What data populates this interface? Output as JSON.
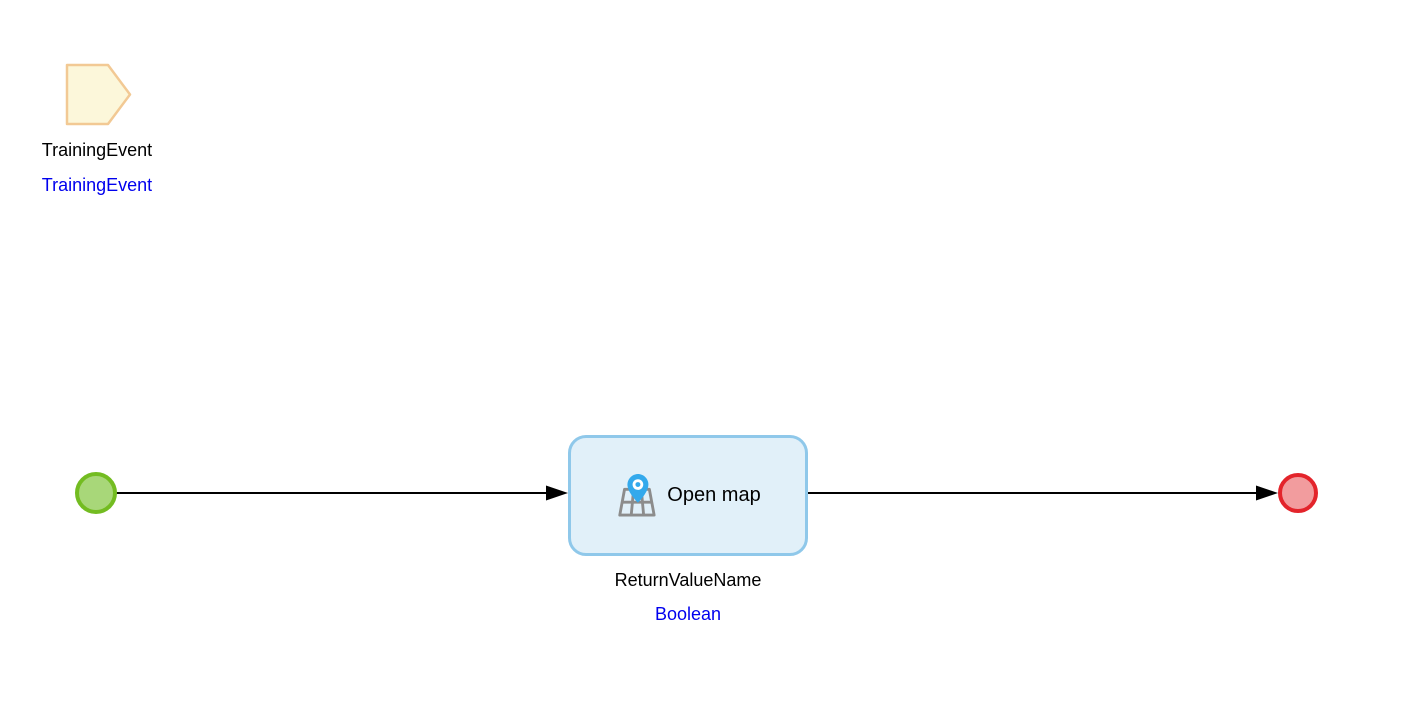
{
  "canvas": {
    "background": "#ffffff",
    "kind": "microflow-diagram"
  },
  "parameter": {
    "name": "TrainingEvent",
    "entity_type": "TrainingEvent",
    "fill": "#fcf7da",
    "border": "#f2c994"
  },
  "start_event": {
    "fill": "#a8d779",
    "border": "#73bc21"
  },
  "end_event": {
    "fill": "#f29c9e",
    "border": "#e3242b"
  },
  "activity": {
    "label": "Open map",
    "icon": "map-marker-icon",
    "fill": "#e1f0f9",
    "border": "#8fc8ea",
    "icon_pin_color": "#33a9ec",
    "icon_map_color": "#8c8c8c"
  },
  "return_value": {
    "name": "ReturnValueName",
    "type": "Boolean"
  },
  "text_colors": {
    "label": "#000000",
    "type_annotation": "#0000ee"
  },
  "flow": {
    "line_color": "#000000"
  }
}
